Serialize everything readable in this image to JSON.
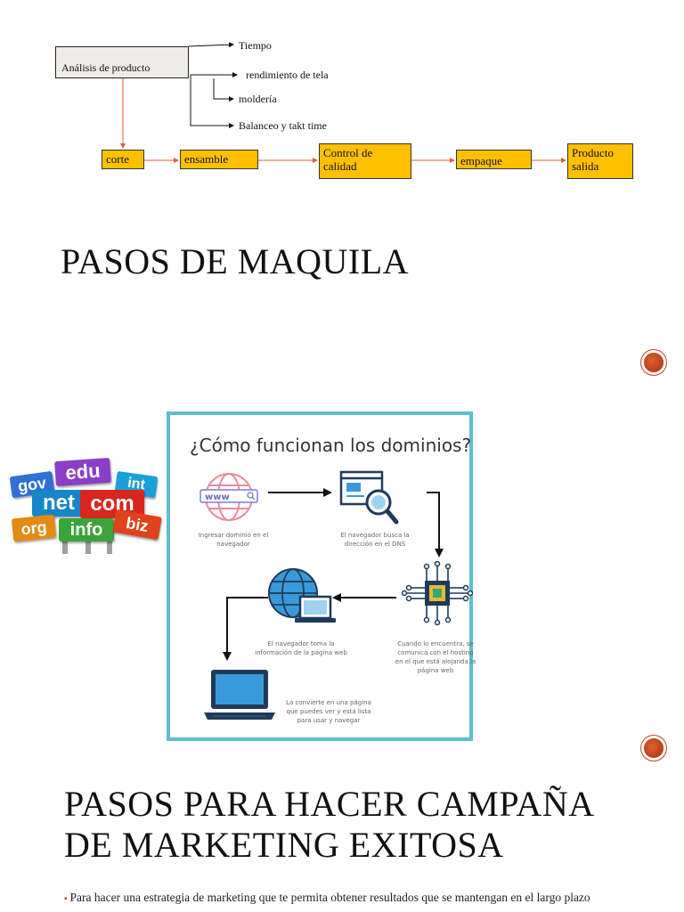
{
  "flowchart": {
    "analysis_label": "Análisis de producto",
    "branches": [
      "Tiempo",
      "rendimiento de tela",
      "moldería",
      "Balanceo y takt time"
    ],
    "steps": [
      "corte",
      "ensamble",
      "Control de calidad",
      "empaque",
      "Producto salida"
    ],
    "colors": {
      "step_fill": "#ffc000",
      "arrow": "#d9623b"
    }
  },
  "slide1": {
    "title": "PASOS DE MAQUILA"
  },
  "domains_logo": {
    "signs": [
      "gov",
      "edu",
      "int",
      "net",
      "com",
      "org",
      "info",
      "biz"
    ]
  },
  "infographic": {
    "title": "¿Cómo funcionan los dominios?",
    "browser_label": "www",
    "steps": [
      {
        "icon": "globe-www-icon",
        "caption": "Ingresar dominio en el navegador"
      },
      {
        "icon": "browser-search-icon",
        "caption": "El navegador busca la dirección en el DNS"
      },
      {
        "icon": "circuit-chip-icon",
        "caption": "Cuando lo encuentra, se comunica con el hosting en el que está alojanda la página web"
      },
      {
        "icon": "globe-laptop-icon",
        "caption": "El navegador toma la información de la página web"
      },
      {
        "icon": "laptop-icon",
        "caption": "La convierte en una página que puedes ver y está lista para usar y navegar"
      }
    ],
    "colors": {
      "border": "#5bc0cf",
      "accent": "#3a9ad9",
      "dark": "#1f3a5a"
    }
  },
  "slide2": {
    "title": "PASOS PARA HACER CAMPAÑA DE MARKETING EXITOSA",
    "bullet": "Para hacer una estrategia de marketing que te permita obtener resultados que se mantengan en el largo plazo"
  },
  "decor": {
    "dot_color": "#c0461c"
  }
}
